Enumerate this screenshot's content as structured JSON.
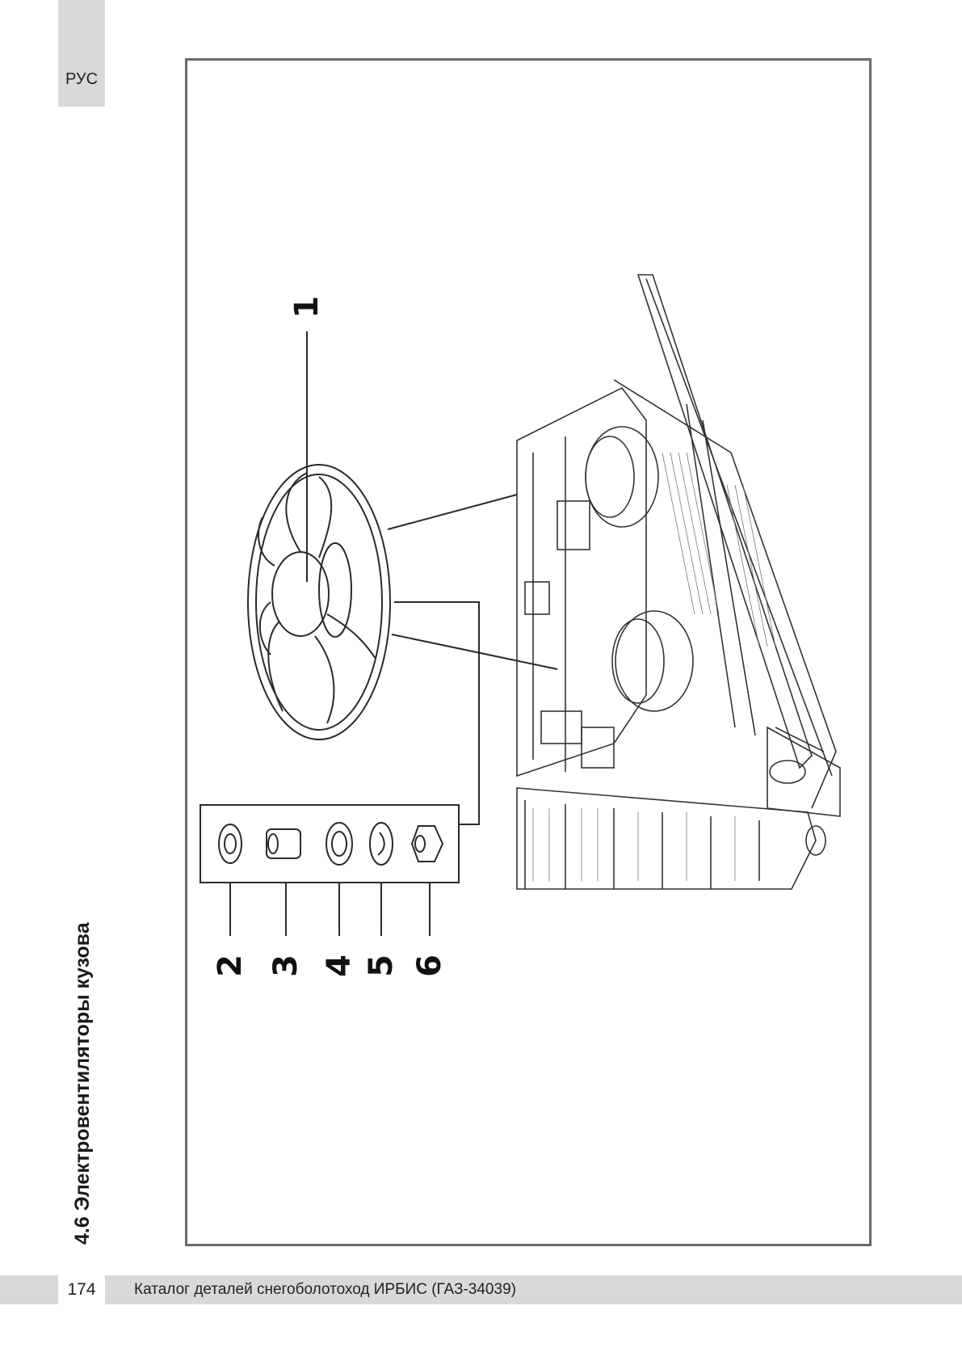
{
  "header": {
    "language_tab": "РУС"
  },
  "section": {
    "title": "4.6 Электровентиляторы кузова"
  },
  "figure": {
    "callouts": [
      "1",
      "2",
      "3",
      "4",
      "5",
      "6"
    ]
  },
  "footer": {
    "page_number": "174",
    "catalog_title": "Каталог деталей снегоболотоход ИРБИС (ГАЗ-34039)"
  }
}
